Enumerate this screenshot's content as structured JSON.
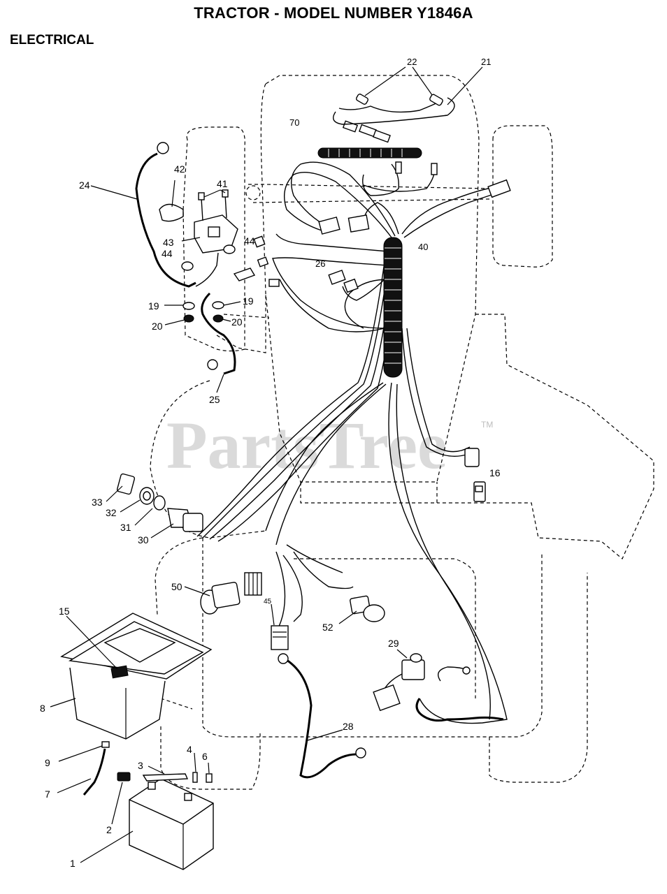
{
  "header": {
    "title": "TRACTOR - MODEL NUMBER Y1846A",
    "section": "ELECTRICAL"
  },
  "watermark": {
    "text": "PartsTree",
    "tm": "TM"
  },
  "callouts": {
    "c22": "22",
    "c21": "21",
    "c70": "70",
    "c24": "24",
    "c42": "42",
    "c41": "41",
    "c43": "43",
    "c44a": "44",
    "c44b": "44",
    "c40": "40",
    "c26": "26",
    "c19a": "19",
    "c19b": "19",
    "c20a": "20",
    "c20b": "20",
    "c25": "25",
    "c16": "16",
    "c33": "33",
    "c32": "32",
    "c31": "31",
    "c30": "30",
    "c50": "50",
    "c45": "45",
    "c15": "15",
    "c52": "52",
    "c29": "29",
    "c8": "8",
    "c28": "28",
    "c9": "9",
    "c4": "4",
    "c6": "6",
    "c3": "3",
    "c7": "7",
    "c2": "2",
    "c1": "1"
  }
}
